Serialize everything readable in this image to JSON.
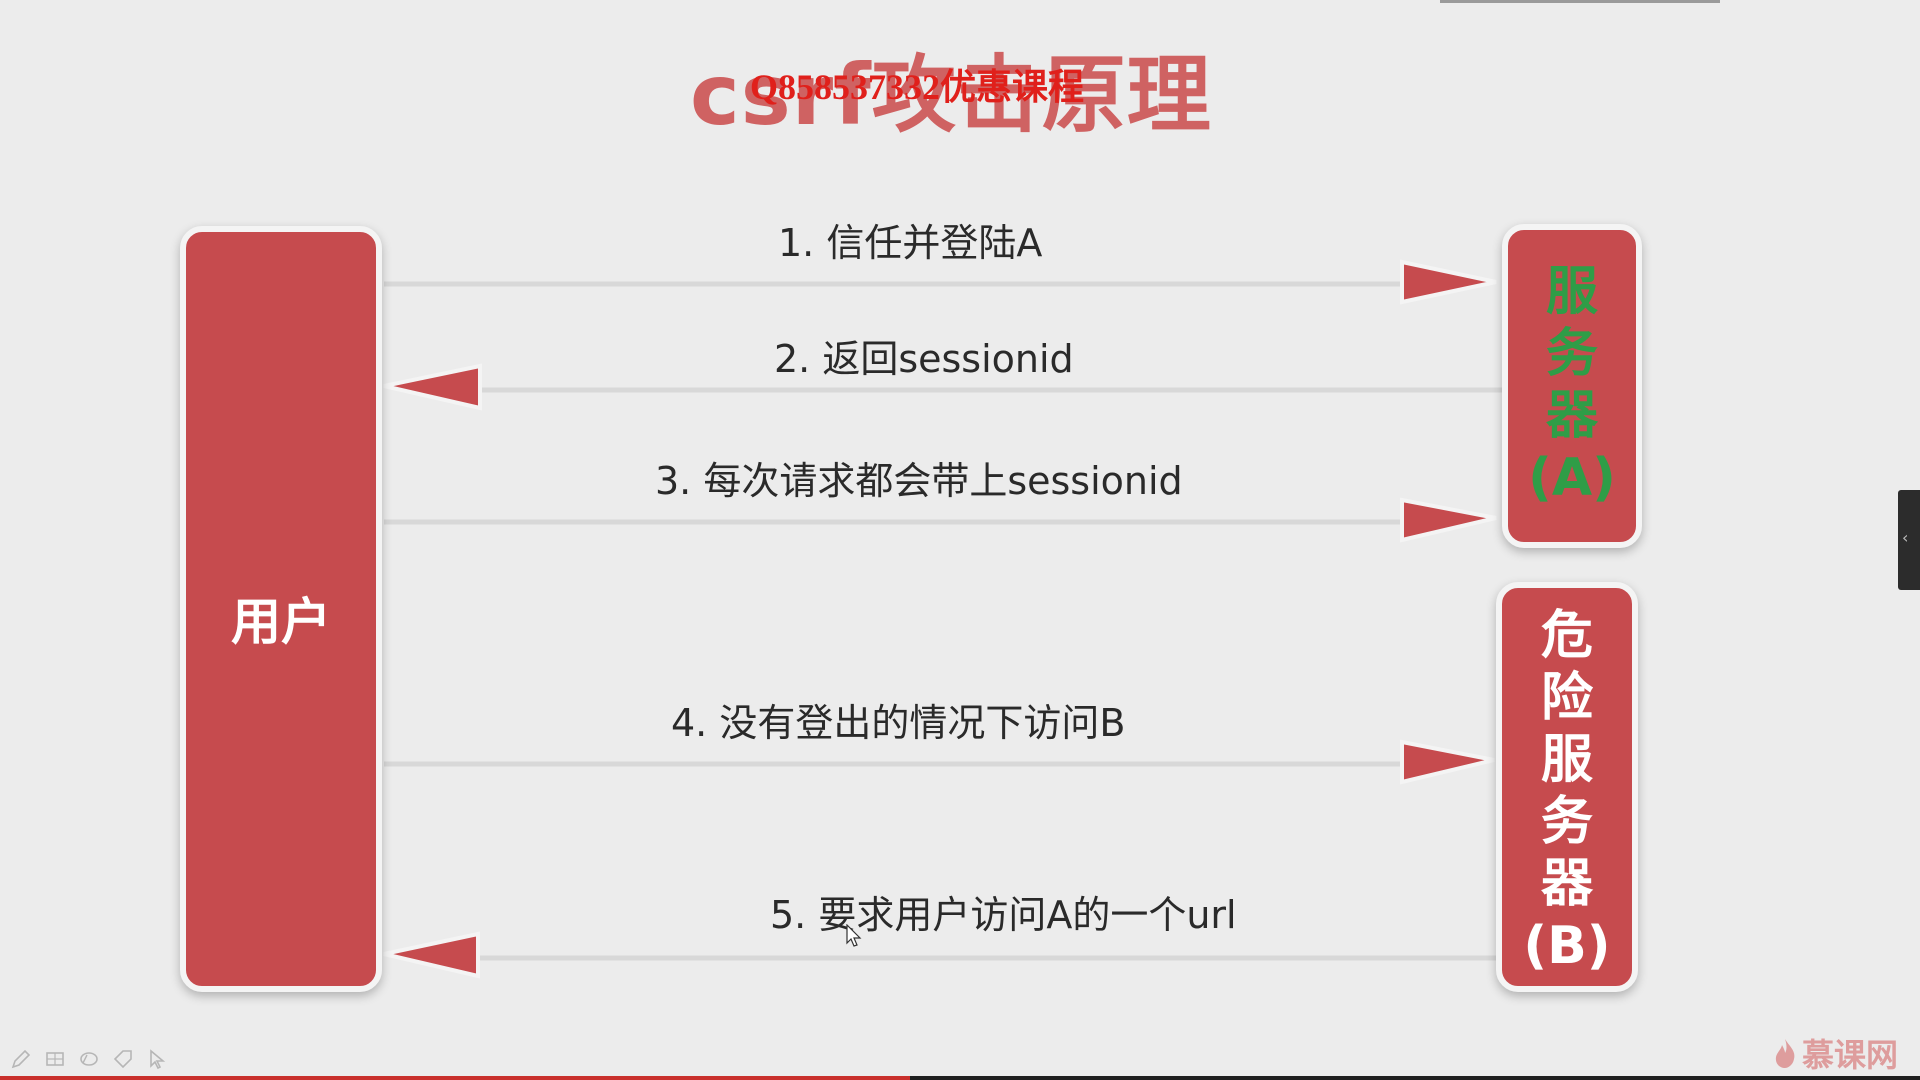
{
  "title": {
    "main": "csrf攻击原理",
    "watermark": "Q858537332优惠课程"
  },
  "actors": {
    "user": "用户",
    "server_a": [
      "服",
      "务",
      "器",
      "(A)"
    ],
    "server_b": [
      "危",
      "险",
      "服",
      "务",
      "器",
      "(B)"
    ]
  },
  "steps": [
    {
      "label": "1. 信任并登陆A",
      "direction": "right"
    },
    {
      "label": "2. 返回sessionid",
      "direction": "left"
    },
    {
      "label": "3. 每次请求都会带上sessionid",
      "direction": "right"
    },
    {
      "label": "4. 没有登出的情况下访问B",
      "direction": "right"
    },
    {
      "label": "5. 要求用户访问A的一个url",
      "direction": "left"
    }
  ],
  "brand": {
    "name": "慕课网",
    "icon": "flame-icon"
  },
  "toolbar": {
    "icons": [
      "pen-icon",
      "grid-icon",
      "eraser-icon",
      "tag-icon",
      "pointer-icon"
    ]
  },
  "colors": {
    "box_fill": "#c64b4e",
    "server_a_text": "#2f9d47",
    "arrow_line": "#d8d8d8",
    "title": "#cb4a4a",
    "watermark": "#e0201b"
  }
}
